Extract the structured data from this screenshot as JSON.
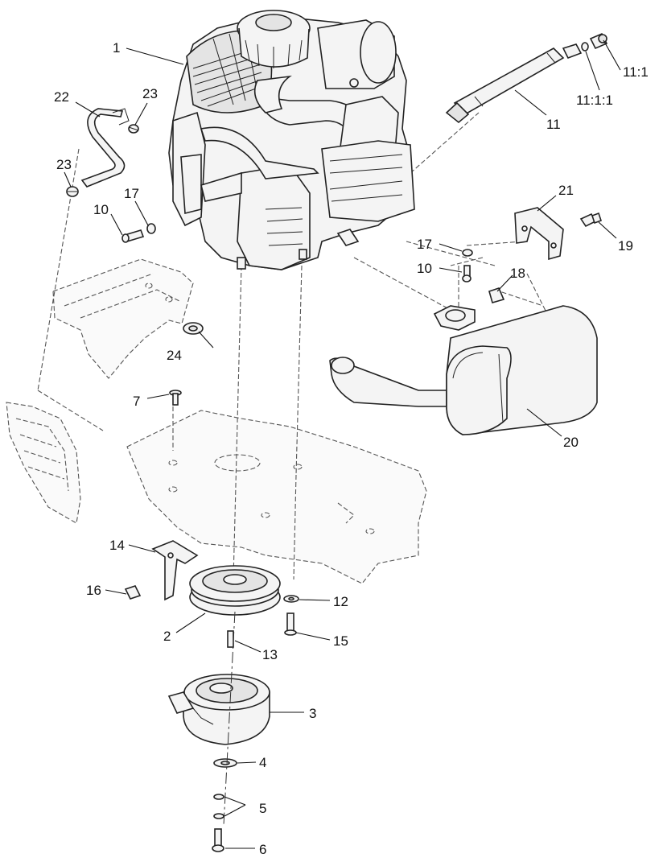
{
  "callouts": {
    "engine": "1",
    "pulley": "2",
    "clutch": "3",
    "spacer": "4",
    "washers": "5",
    "bolt_clutch": "6",
    "pin": "7",
    "bolt_engine": "10",
    "bolt_bracket": "10",
    "oil_drain_hose": "11",
    "drain_cap": "11:1",
    "drain_cap_oring": "11:1:1",
    "washer_pulley": "12",
    "key": "13",
    "bracket_clutch": "14",
    "bolt_pulley": "15",
    "nut_bracket": "16",
    "washer_engine": "17",
    "washer_bracket": "17",
    "nut_muffler": "18",
    "bolt_muffler_bracket": "19",
    "muffler": "20",
    "muffler_bracket": "21",
    "fuel_hose": "22",
    "hose_clamp_top": "23",
    "hose_clamp_bottom": "23",
    "grommet": "24"
  }
}
